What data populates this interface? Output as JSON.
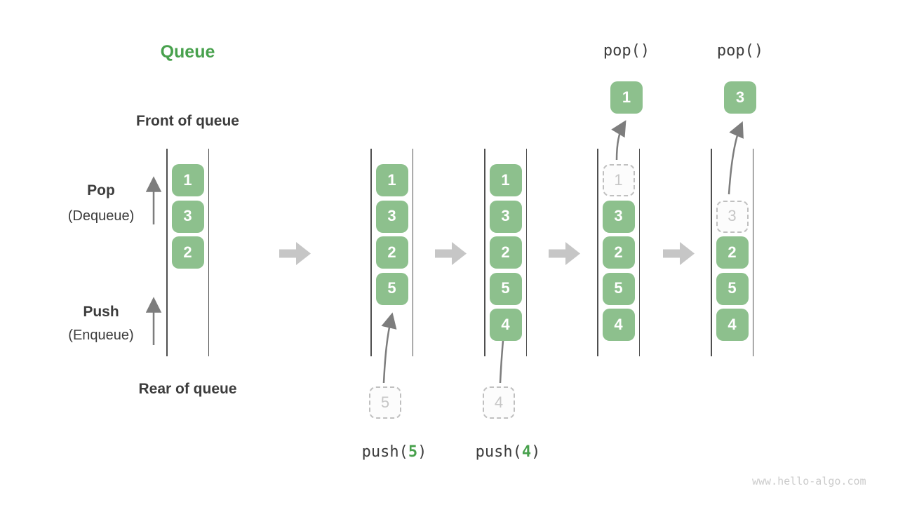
{
  "title": "Queue",
  "labels": {
    "front_of_queue": "Front of queue",
    "rear_of_queue": "Rear of queue",
    "pop": "Pop",
    "pop_alias": "(Dequeue)",
    "push": "Push",
    "push_alias": "(Enqueue)"
  },
  "watermark": "www.hello-algo.com",
  "colors": {
    "cell_green": "#8DC08D",
    "title_green": "#48A14D",
    "text_dark": "#3C3C3C",
    "connector_gray": "#7D7D7D",
    "block_arrow_gray": "#C6C6C6",
    "dashed_border": "#C0C0C0",
    "dashed_text": "#C6C6C6",
    "queue_line": "#4F4F4F",
    "watermark_gray": "#CCCCCC"
  },
  "queue_states": [
    {
      "cells": [
        {
          "value": "1",
          "row": 0,
          "style": "solid"
        },
        {
          "value": "3",
          "row": 1,
          "style": "solid"
        },
        {
          "value": "2",
          "row": 2,
          "style": "solid"
        }
      ]
    },
    {
      "cells": [
        {
          "value": "1",
          "row": 0,
          "style": "solid"
        },
        {
          "value": "3",
          "row": 1,
          "style": "solid"
        },
        {
          "value": "2",
          "row": 2,
          "style": "solid"
        },
        {
          "value": "5",
          "row": 3,
          "style": "solid"
        }
      ],
      "push_op": {
        "prefix": "push(",
        "value": "5",
        "suffix": ")"
      }
    },
    {
      "cells": [
        {
          "value": "1",
          "row": 0,
          "style": "solid"
        },
        {
          "value": "3",
          "row": 1,
          "style": "solid"
        },
        {
          "value": "2",
          "row": 2,
          "style": "solid"
        },
        {
          "value": "5",
          "row": 3,
          "style": "solid"
        },
        {
          "value": "4",
          "row": 4,
          "style": "solid"
        }
      ],
      "push_op": {
        "prefix": "push(",
        "value": "4",
        "suffix": ")"
      }
    },
    {
      "cells": [
        {
          "value": "1",
          "row": 0,
          "style": "dashed"
        },
        {
          "value": "3",
          "row": 1,
          "style": "solid"
        },
        {
          "value": "2",
          "row": 2,
          "style": "solid"
        },
        {
          "value": "5",
          "row": 3,
          "style": "solid"
        },
        {
          "value": "4",
          "row": 4,
          "style": "solid"
        }
      ],
      "pop_op": {
        "label": "pop()",
        "value": "1"
      }
    },
    {
      "cells": [
        {
          "value": "3",
          "row": 1,
          "style": "dashed"
        },
        {
          "value": "2",
          "row": 2,
          "style": "solid"
        },
        {
          "value": "5",
          "row": 3,
          "style": "solid"
        },
        {
          "value": "4",
          "row": 4,
          "style": "solid"
        }
      ],
      "pop_op": {
        "label": "pop()",
        "value": "3"
      }
    }
  ]
}
